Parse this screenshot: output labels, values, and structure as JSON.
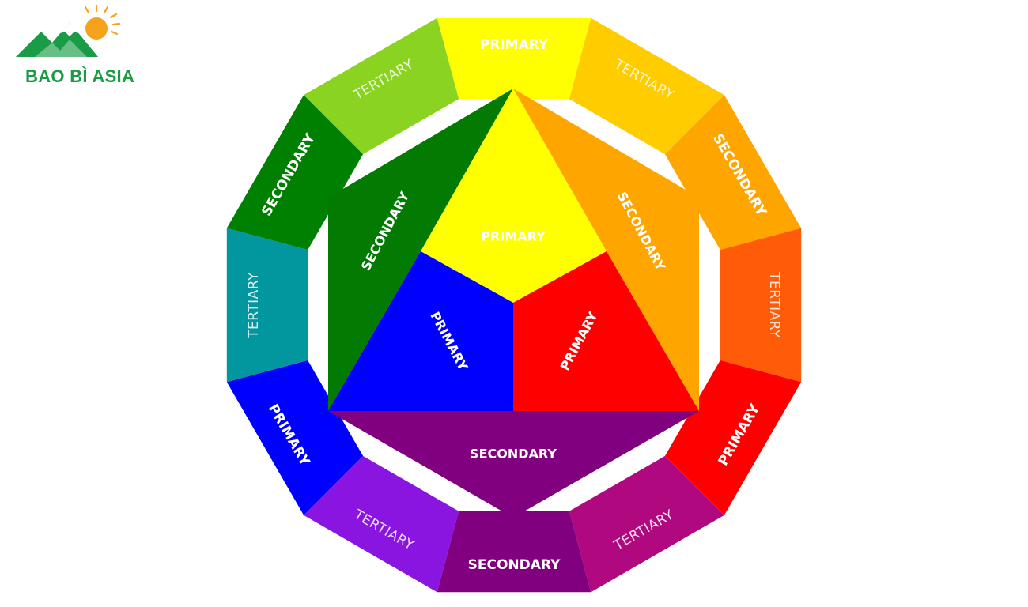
{
  "logo": {
    "text": "BAO BÌ ASIA",
    "icon": "mountain-sun-icon",
    "colors": {
      "green": "#1a9b46",
      "sun": "#f7a21b"
    }
  },
  "ring": {
    "segments": [
      {
        "label": "PRIMARY",
        "kind": "primary",
        "color": "#ffff00"
      },
      {
        "label": "TERTIARY",
        "kind": "tertiary",
        "color": "#ffcc00"
      },
      {
        "label": "SECONDARY",
        "kind": "secondary",
        "color": "#ffa500"
      },
      {
        "label": "TERTIARY",
        "kind": "tertiary",
        "color": "#ff5b08"
      },
      {
        "label": "PRIMARY",
        "kind": "primary",
        "color": "#ff0000"
      },
      {
        "label": "TERTIARY",
        "kind": "tertiary",
        "color": "#b0097f"
      },
      {
        "label": "SECONDARY",
        "kind": "secondary",
        "color": "#80007f"
      },
      {
        "label": "TERTIARY",
        "kind": "tertiary",
        "color": "#8a15e0"
      },
      {
        "label": "PRIMARY",
        "kind": "primary",
        "color": "#0000ff"
      },
      {
        "label": "TERTIARY",
        "kind": "tertiary",
        "color": "#02969f"
      },
      {
        "label": "SECONDARY",
        "kind": "secondary",
        "color": "#008000"
      },
      {
        "label": "TERTIARY",
        "kind": "tertiary",
        "color": "#8bd321"
      }
    ]
  },
  "center": {
    "primary_top": {
      "label": "PRIMARY",
      "color": "#ffff00"
    },
    "primary_left": {
      "label": "PRIMARY",
      "color": "#0000ff"
    },
    "primary_right": {
      "label": "PRIMARY",
      "color": "#ff0000"
    },
    "secondary_left": {
      "label": "SECONDARY",
      "color": "#037b03"
    },
    "secondary_right": {
      "label": "SECONDARY",
      "color": "#ffa500"
    },
    "secondary_bottom": {
      "label": "SECONDARY",
      "color": "#80007f"
    }
  }
}
